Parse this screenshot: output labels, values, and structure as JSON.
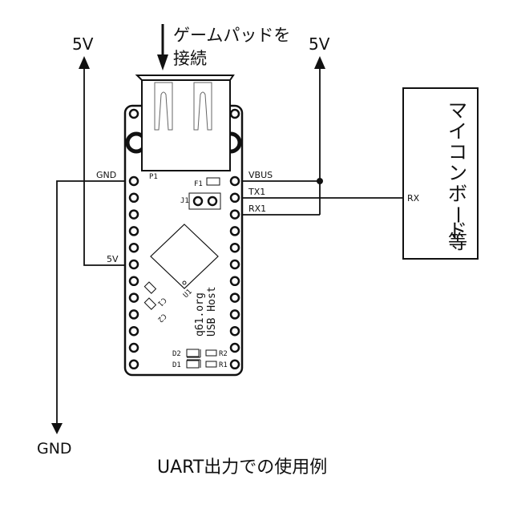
{
  "diagram": {
    "title": "UART出力での使用例",
    "connect_note_line1": "ゲームパッドを",
    "connect_note_line2": "接続",
    "power_left_label": "5V",
    "power_right_label": "5V",
    "ground_label": "GND",
    "target_box_label": [
      "マ",
      "イ",
      "コ",
      "ン",
      "ボ",
      "ー",
      "ド",
      "等"
    ],
    "target_pin_label": "RX",
    "board": {
      "left_pin_labels": {
        "gnd": "GND",
        "v5": "5V"
      },
      "right_pin_labels": {
        "vbus": "VBUS",
        "tx1": "TX1",
        "rx1": "RX1"
      },
      "connector_ref": "P1",
      "fuse_ref": "F1",
      "jumper_ref": "J1",
      "ic_ref": "U1",
      "cap_refs": [
        "C1",
        "C2"
      ],
      "led_refs": [
        "D2",
        "D1"
      ],
      "resistor_refs": [
        "R2",
        "R1"
      ],
      "silkscreen_line1": "q61.org",
      "silkscreen_line2": "USB Host"
    },
    "colors": {
      "line": "#111111",
      "background": "#ffffff",
      "connector_inner": "#666666"
    }
  }
}
